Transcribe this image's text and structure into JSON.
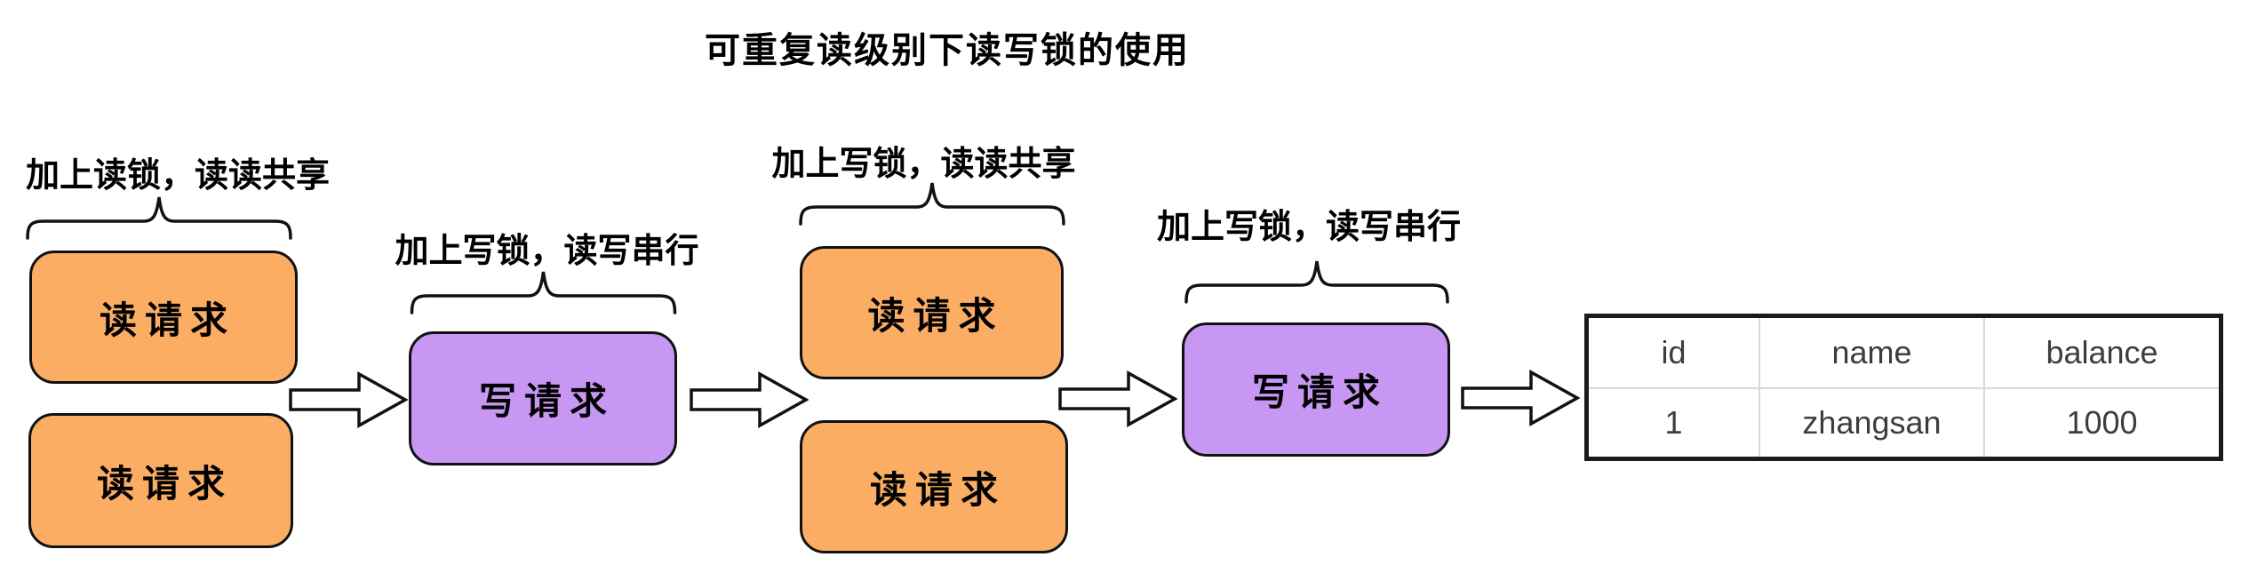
{
  "title": "可重复读级别下读写锁的使用",
  "colors": {
    "read_box_fill": "#FBAE63",
    "write_box_fill": "#C897F4",
    "stroke": "#111111"
  },
  "stages": [
    {
      "label": "加上读锁，读读共享",
      "boxes": [
        "读请求",
        "读请求"
      ]
    },
    {
      "label": "加上写锁，读写串行",
      "boxes": [
        "写请求"
      ]
    },
    {
      "label": "加上写锁，读读共享",
      "boxes": [
        "读请求",
        "读请求"
      ]
    },
    {
      "label": "加上写锁，读写串行",
      "boxes": [
        "写请求"
      ]
    }
  ],
  "table": {
    "headers": [
      "id",
      "name",
      "balance"
    ],
    "rows": [
      [
        "1",
        "zhangsan",
        "1000"
      ]
    ]
  }
}
